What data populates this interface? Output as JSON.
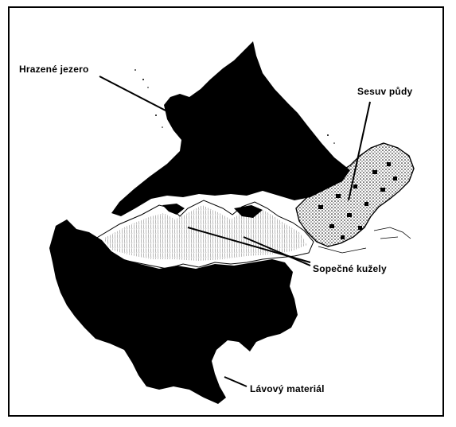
{
  "labels": {
    "dammed_lake": "Hrazené jezero",
    "landslide": "Sesuv půdy",
    "volcanic_cones": "Sopečné kužely",
    "lava_material": "Lávový materiál"
  },
  "colors": {
    "ink": "#000000",
    "paper": "#ffffff",
    "dots": "#000000"
  }
}
